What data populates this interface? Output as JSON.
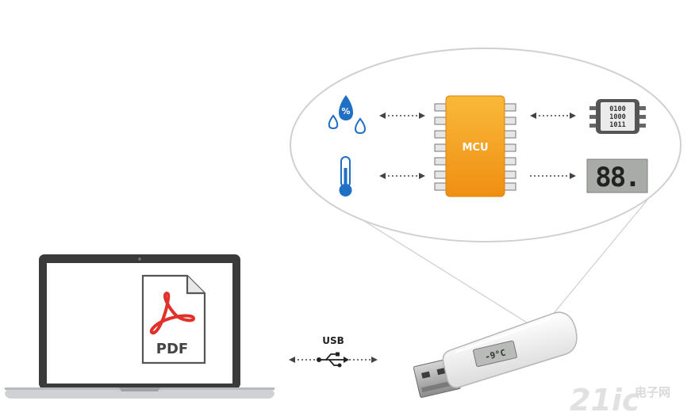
{
  "mcu": {
    "label": "MCU"
  },
  "sensors": {
    "humidity_symbol": "%"
  },
  "memory": {
    "lines": [
      "0100",
      "1000",
      "1011"
    ]
  },
  "display": {
    "text": "88."
  },
  "usb": {
    "label": "USB"
  },
  "document": {
    "label": "PDF"
  },
  "drive_display": {
    "text": "-9°C"
  },
  "watermark": {
    "text": "21ic",
    "cn": "电子网"
  },
  "colors": {
    "mcu": "#f5a21d",
    "sensor": "#1f6fc4",
    "line": "#c8c8c8",
    "laptop": "#3a3a3a",
    "pdf_red": "#e0312b"
  }
}
